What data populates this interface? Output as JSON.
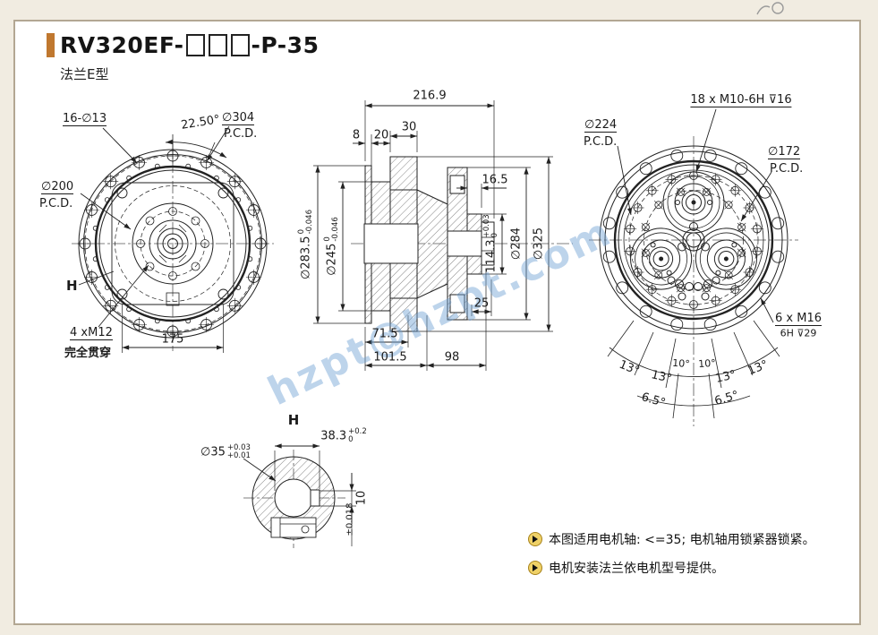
{
  "colors": {
    "accent_orange": "#c0782f",
    "panel_border": "#b3a793",
    "page_bg": "#f1ece1",
    "watermark_blue": "#9fc4e6",
    "note_icon_gold": "#efd167"
  },
  "header": {
    "title_prefix": "RV320EF-",
    "title_suffix": "-P-35",
    "subtitle": "法兰E型"
  },
  "watermark": "hzpt@hzpt.com",
  "front_view": {
    "labels": {
      "bolt_holes": "16-∅13",
      "angle": "22.50°",
      "pcd_outer": "∅304",
      "pcd_outer_sub": "P.C.D.",
      "pcd_inner": "∅200",
      "pcd_inner_sub": "P.C.D.",
      "section_mark": "H",
      "tap": "4 xM12",
      "tap_note": "完全贯穿",
      "flange_width": "175"
    }
  },
  "section_view": {
    "dims": {
      "overall_length": "216.9",
      "flange_thickness": "8",
      "step_width": "20",
      "ring_width": "30",
      "hub_width": "16.5",
      "housing_dia": "∅283.5",
      "housing_dia_tol_upper": "0",
      "housing_dia_tol_lower": "-0.046",
      "spigot_dia": "∅245",
      "spigot_dia_tol_upper": "0",
      "spigot_dia_tol_lower": "-0.046",
      "pilot_dia": "114.3",
      "pilot_dia_tol_upper": "+0.03",
      "pilot_dia_tol_lower": "0",
      "flange_dia": "∅284",
      "outer_dia": "∅325",
      "hub_offset": "25",
      "depth_1": "71.5",
      "depth_2": "101.5",
      "output_length": "98"
    }
  },
  "rear_view": {
    "labels": {
      "tap_ring": "18 x M10-6H ⊽16",
      "pcd_outer": "∅224",
      "pcd_outer_sub": "P.C.D.",
      "pcd_inner": "∅172",
      "pcd_inner_sub": "P.C.D.",
      "tap_bottom": "6 x M16",
      "tap_bottom_depth": "6H ⊽29"
    },
    "angles": [
      "13°",
      "13°",
      "10°",
      "10°",
      "13°",
      "13°",
      "6.5°",
      "6.5°"
    ]
  },
  "keyway_view": {
    "labels": {
      "section_title": "H",
      "keyway_depth": "38.3",
      "keyway_depth_tol_upper": "+0.2",
      "keyway_depth_tol_lower": "0",
      "bore_dia": "∅35",
      "bore_dia_tol_upper": "+0.03",
      "bore_dia_tol_lower": "+0.01",
      "key_width": "10",
      "key_width_tol": "±0.018"
    }
  },
  "notes": [
    {
      "text": "本图适用电机轴: <=35; 电机轴用锁紧器锁紧。"
    },
    {
      "text": "电机安装法兰依电机型号提供。"
    }
  ]
}
